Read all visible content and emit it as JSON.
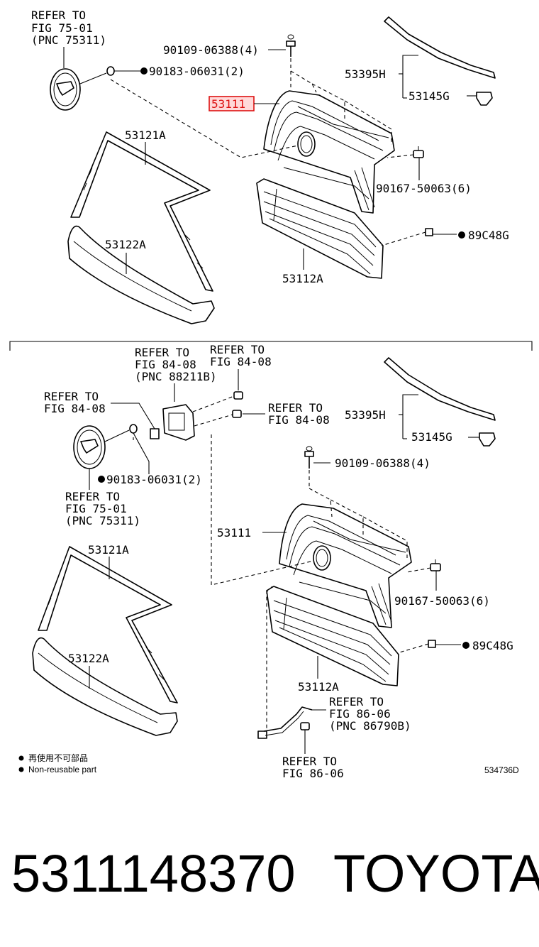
{
  "top_panel": {
    "emblem_ref": [
      "REFER TO",
      "FIG 75-01",
      "(PNC 75311)"
    ],
    "parts": {
      "bolt": "90109-06388(4)",
      "emblem_clip": "90183-06031(2)",
      "molding": "53395H",
      "clip": "53145G",
      "grille": "53111",
      "frame_upper": "53121A",
      "frame_lower": "53122A",
      "nut": "90167-50063(6)",
      "retainer": "89C48G",
      "grille_lower": "53112A"
    }
  },
  "bottom_panel": {
    "sensor_ref": [
      "REFER TO",
      "FIG 84-08",
      "(PNC 88211B)"
    ],
    "bracket_ref_a": [
      "REFER TO",
      "FIG 84-08"
    ],
    "bracket_ref_b": [
      "REFER TO",
      "FIG 84-08"
    ],
    "bracket_ref_c": [
      "REFER TO",
      "FIG 84-08"
    ],
    "emblem_ref": [
      "REFER TO",
      "FIG 75-01",
      "(PNC 75311)"
    ],
    "wire_ref": [
      "REFER TO",
      "FIG 86-06",
      "(PNC 86790B)"
    ],
    "wire_ref_b": [
      "REFER TO",
      "FIG 86-06"
    ],
    "parts": {
      "molding": "53395H",
      "clip": "53145G",
      "bolt": "90109-06388(4)",
      "emblem_clip": "90183-06031(2)",
      "grille": "53111",
      "frame_upper": "53121A",
      "nut": "90167-50063(6)",
      "frame_lower": "53122A",
      "retainer": "89C48G",
      "grille_lower": "53112A"
    }
  },
  "legend": {
    "zh": "再使用不可部品",
    "en": "Non-reusable part"
  },
  "diagram_code": "534736D",
  "footer": {
    "part_number": "5311148370",
    "brand": "TOYOTA"
  }
}
